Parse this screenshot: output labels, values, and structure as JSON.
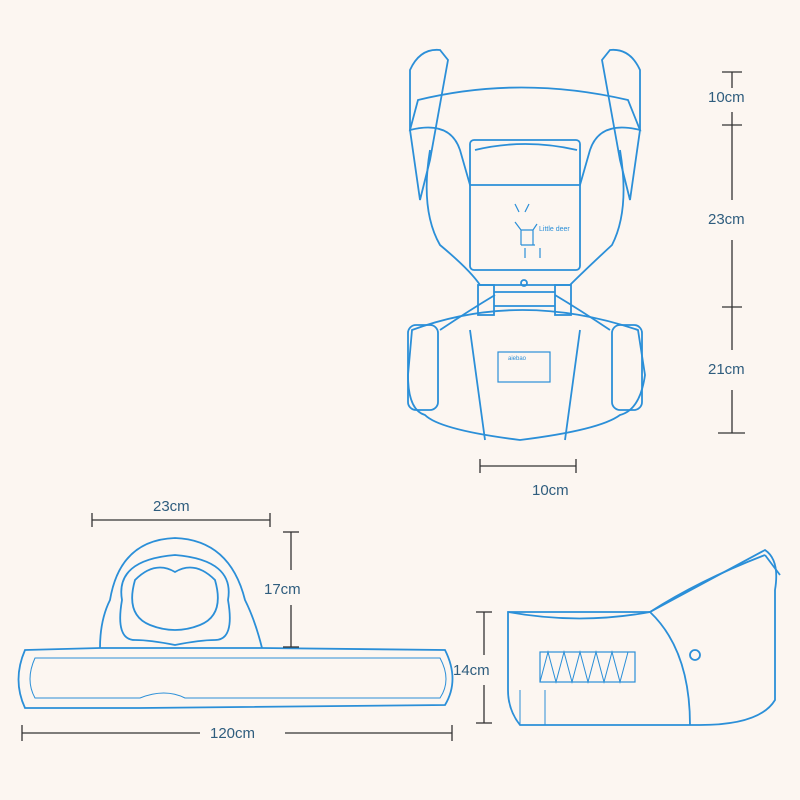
{
  "colors": {
    "background": "#fcf6f1",
    "outline": "#2b8fd8",
    "dimension": "#333333",
    "label": "#2f5d7e"
  },
  "carrier_front": {
    "logo_text": "Little deer",
    "brand_tag": "aiebao",
    "dimensions": {
      "top": "10cm",
      "middle": "23cm",
      "bottom": "21cm",
      "width": "10cm"
    }
  },
  "waist_belt": {
    "dimensions": {
      "seat_width": "23cm",
      "seat_height": "17cm",
      "belt_length": "120cm"
    }
  },
  "hip_seat": {
    "dimensions": {
      "height": "14cm"
    }
  }
}
